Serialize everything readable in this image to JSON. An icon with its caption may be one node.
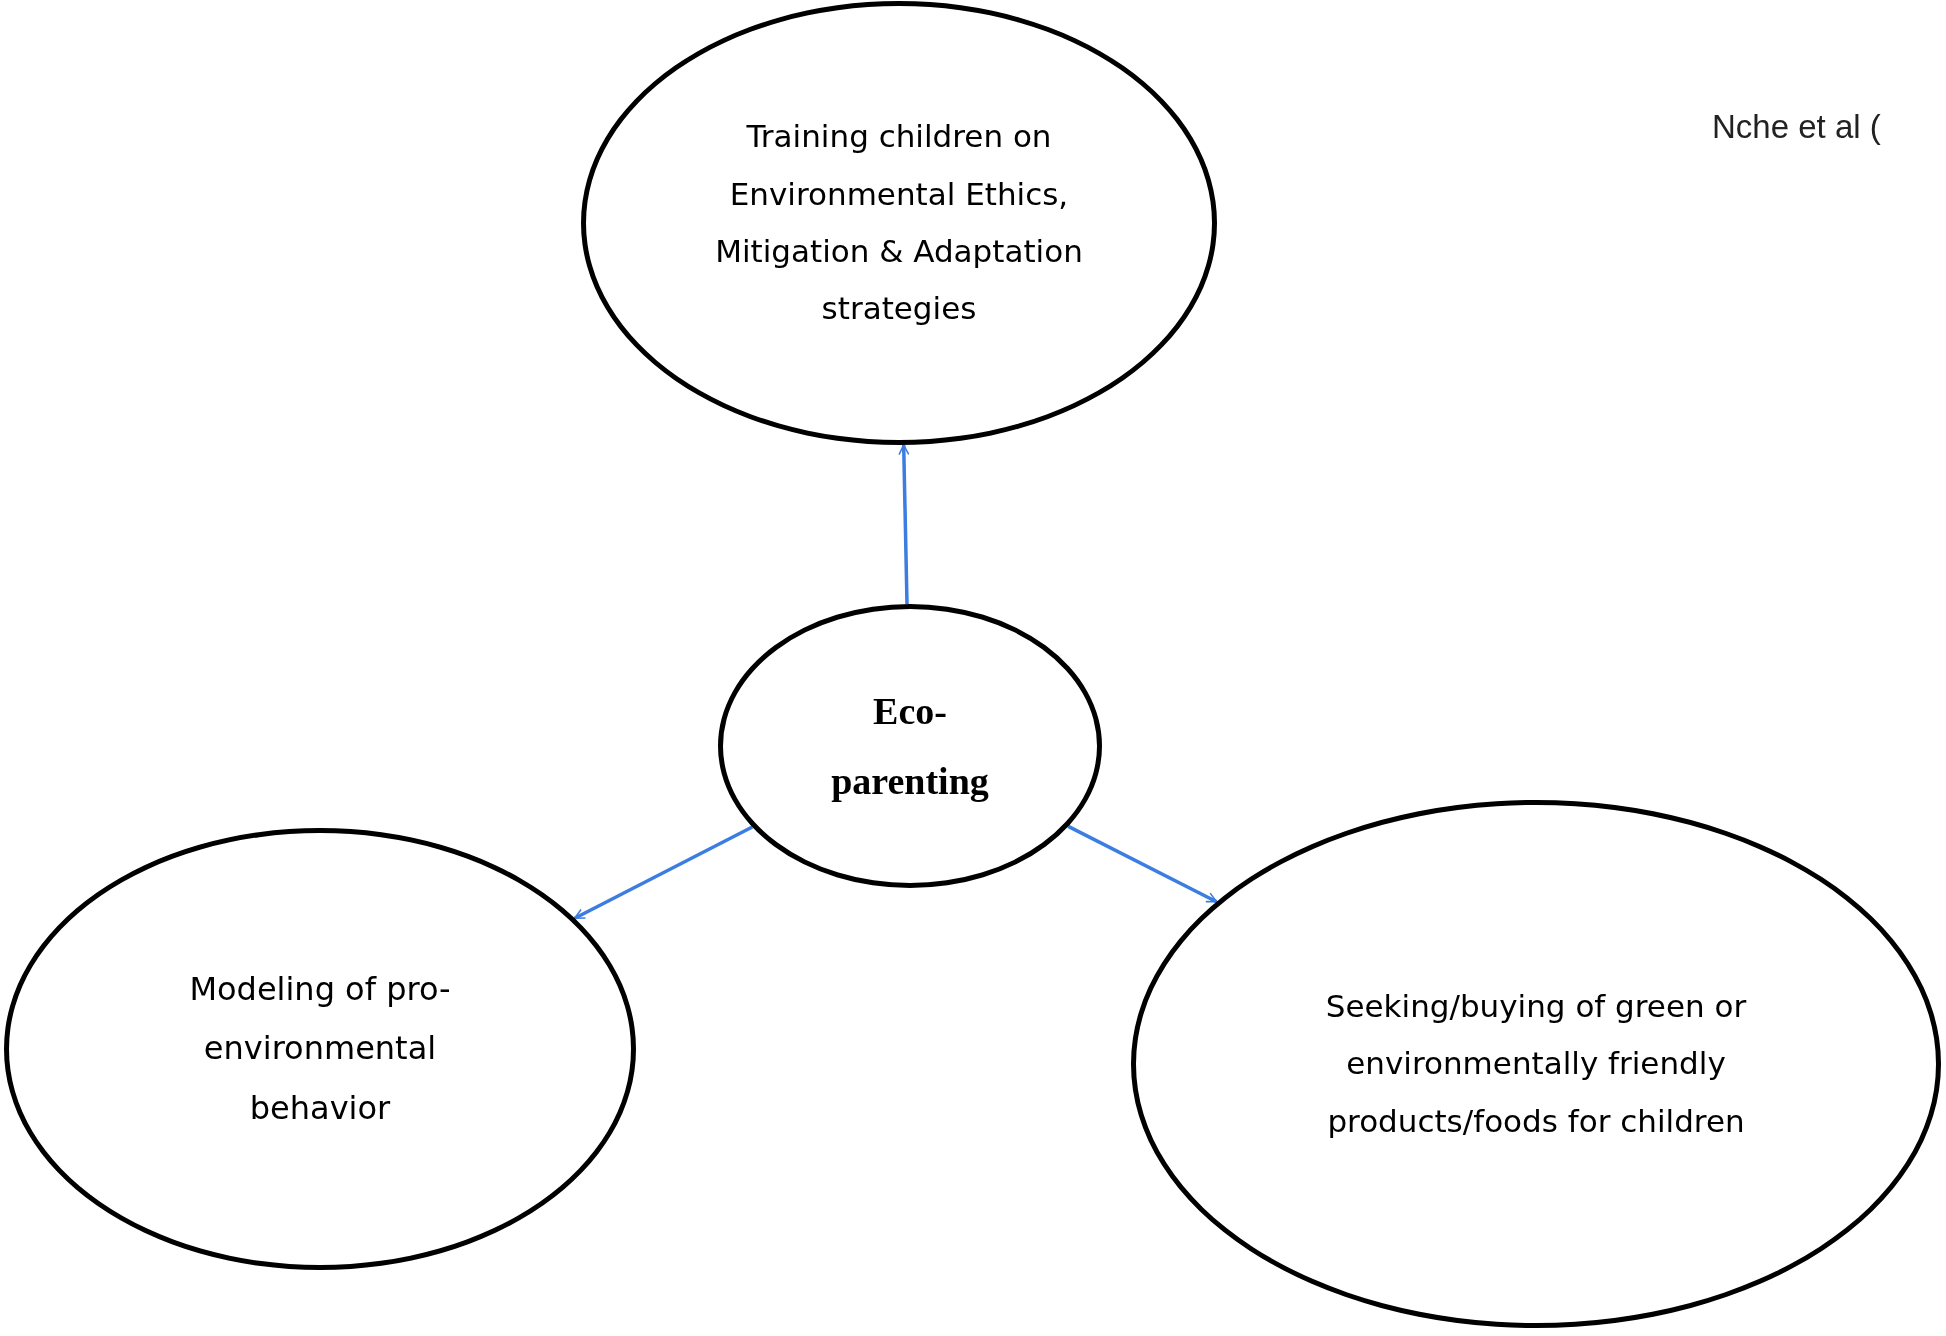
{
  "diagram": {
    "nodes": [
      {
        "text": [
          "Training children on Environmental Ethics, Mitigation & Adaptation strategies"
        ]
      },
      {
        "text": [
          "Eco-parenting"
        ]
      },
      {
        "text": [
          "Modeling of pro-environmental behavior"
        ]
      },
      {
        "text": [
          "Seeking/buying of green or environmentally friendly products/foods for children"
        ]
      }
    ],
    "edges": [
      {
        "from": 1,
        "to": 0,
        "arrow": "to"
      },
      {
        "from": 1,
        "to": 2,
        "arrow": "to"
      },
      {
        "from": 1,
        "to": 3,
        "arrow": "to"
      }
    ],
    "labels": [
      "Nche et al ("
    ]
  }
}
